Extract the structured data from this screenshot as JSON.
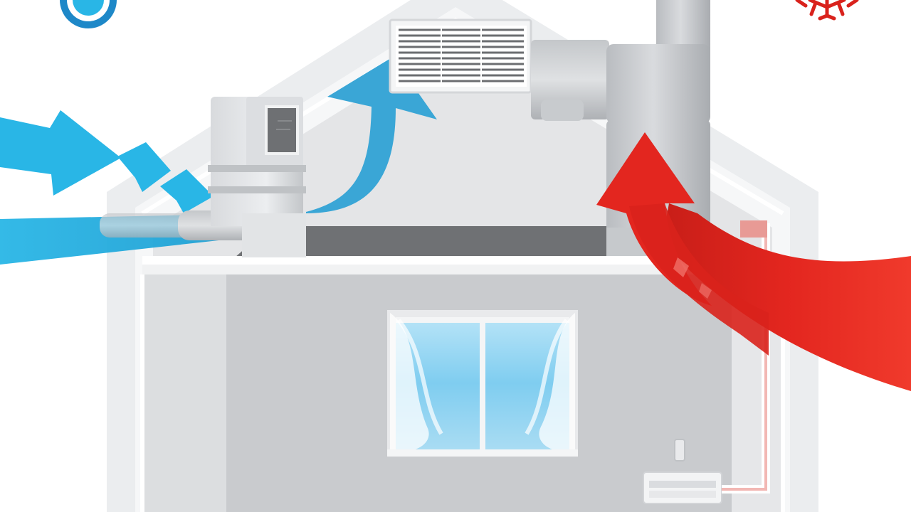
{
  "diagram": {
    "kind": "home ventilation airflow illustration",
    "elements": {
      "house": "house-cutaway",
      "attic_floor": "attic-floor",
      "intake_unit": "ventilation-unit",
      "wall_vent": "wall-vent-grille",
      "exhaust_pipe": "exhaust-chimney-pipe",
      "window": "window-with-curtains",
      "floor_unit": "floor-heater-unit",
      "cold_icon": "cold-air-icon",
      "heat_icon": "snowflake-icon"
    },
    "flows": [
      {
        "type": "cold-intake",
        "direction": "into-house"
      },
      {
        "type": "supply-up",
        "direction": "to-vent"
      },
      {
        "type": "warm-exhaust",
        "direction": "up-chimney"
      }
    ]
  },
  "colors": {
    "cold": "#29b6e6",
    "cold_dark": "#1e9cd0",
    "warm": "#e3261f",
    "house_outline": "#e7e9ec",
    "interior": "#cdcfd2",
    "attic_floor": "#7c7e81",
    "window_sky": "#7fcdf0"
  }
}
